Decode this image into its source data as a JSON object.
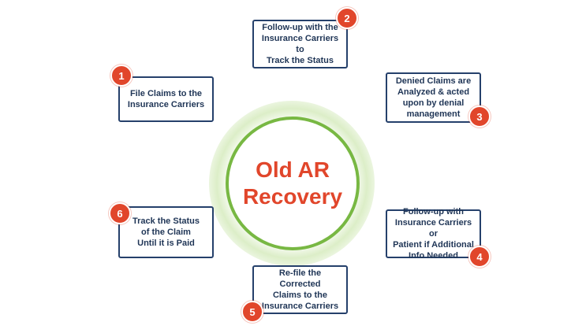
{
  "center": {
    "title": "Old AR\nRecovery"
  },
  "colors": {
    "accent_red": "#e1462b",
    "ring_green": "#78b843",
    "box_border": "#25406b",
    "text_dark": "#1f3556"
  },
  "steps": [
    {
      "number": "1",
      "text": "File Claims to the\nInsurance Carriers"
    },
    {
      "number": "2",
      "text": "Follow-up with the\nInsurance Carriers to\nTrack the Status"
    },
    {
      "number": "3",
      "text": "Denied Claims are\nAnalyzed & acted\nupon by denial\nmanagement"
    },
    {
      "number": "4",
      "text": "Follow-up with\nInsurance Carriers or\nPatient if Additional\nInfo Needed"
    },
    {
      "number": "5",
      "text": "Re-file the Corrected\nClaims to the\nInsurance Carriers"
    },
    {
      "number": "6",
      "text": "Track the Status\nof the Claim\nUntil it is Paid"
    }
  ]
}
